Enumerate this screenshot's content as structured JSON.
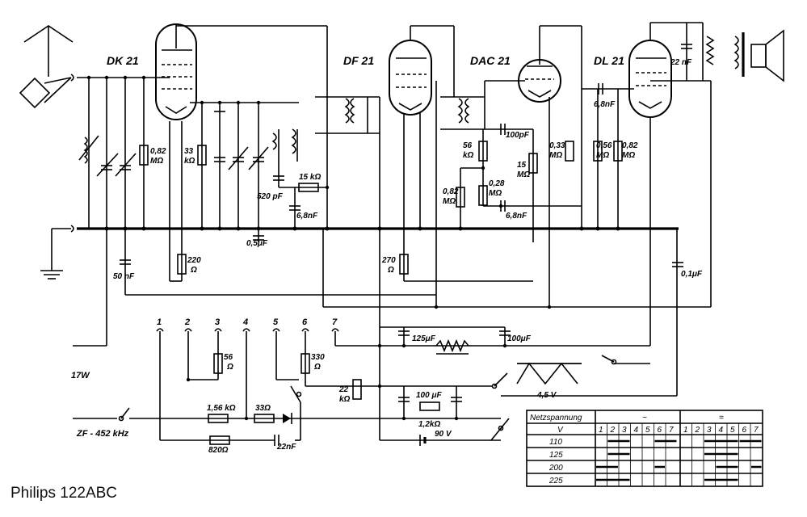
{
  "caption": "Philips 122ABC",
  "tubes": [
    "DK 21",
    "DF 21",
    "DAC 21",
    "DL 21"
  ],
  "terminals": [
    "1",
    "2",
    "3",
    "4",
    "5",
    "6",
    "7"
  ],
  "labels": {
    "r1a": "0,82",
    "r1b": "MΩ",
    "r2a": "33",
    "r2b": "kΩ",
    "r3": "15 kΩ",
    "c1": "520 pF",
    "c2": "6,8nF",
    "c3": "0,5μF",
    "r4a": "220",
    "r4b": "Ω",
    "c4": "50 nF",
    "r5a": "270",
    "r5b": "Ω",
    "r6a": "56",
    "r6b": "kΩ",
    "c5": "100pF",
    "r7a": "15",
    "r7b": "MΩ",
    "r8a": "0,28",
    "r8b": "MΩ",
    "r9a": "0,82",
    "r9b": "MΩ",
    "c6": "6,8nF",
    "r10a": "0,33",
    "r10b": "MΩ",
    "c7": "6,8nF",
    "r11a": "0,56",
    "r11b": "MΩ",
    "r12a": "0,82",
    "r12b": "MΩ",
    "c8": "22 nF",
    "c9": "0,1μF",
    "c10": "125μF",
    "c11": "100μF",
    "r13a": "56",
    "r13b": "Ω",
    "r14a": "330",
    "r14b": "Ω",
    "r15a": "22",
    "r15b": "kΩ",
    "c12": "100 μF",
    "r16": "1,2kΩ",
    "b1": "90 V",
    "b2": "4,5 V",
    "r17": "1,56 kΩ",
    "r18": "33Ω",
    "r19": "820Ω",
    "c13": "22nF",
    "w17": "17W",
    "zf": "ZF - 452 kHz"
  },
  "table": {
    "header": "Netzspannung",
    "ac_symbol": "~",
    "dc_symbol": "=",
    "v_label": "V",
    "columns": [
      "1",
      "2",
      "3",
      "4",
      "5",
      "6",
      "7"
    ],
    "rows": [
      "110",
      "125",
      "200",
      "225"
    ],
    "ac_bars": [
      [
        [
          2,
          3
        ],
        [
          6,
          7
        ]
      ],
      [
        [
          2,
          3
        ]
      ],
      [
        [
          1,
          2
        ],
        [
          6,
          6
        ]
      ],
      [
        [
          1,
          3
        ]
      ]
    ],
    "dc_bars": [
      [
        [
          3,
          5
        ],
        [
          6,
          7
        ]
      ],
      [
        [
          3,
          5
        ]
      ],
      [
        [
          4,
          5
        ],
        [
          7,
          7
        ]
      ],
      [
        [
          3,
          5
        ]
      ]
    ]
  }
}
